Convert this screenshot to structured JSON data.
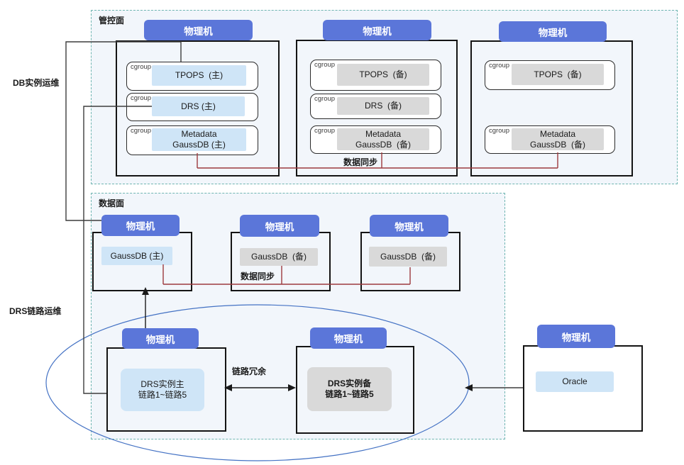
{
  "colors": {
    "accent_blue": "#5b76d9",
    "primary_fill": "#cfe5f7",
    "standby_fill": "#d9d9d9",
    "sync_line_red": "#9d3a3e",
    "zone_fill": "#f2f6fb",
    "zone_border": "#6fb5b1",
    "ellipse_stroke": "#4472c4",
    "connector": "#3d3d3d"
  },
  "labels": {
    "cgroup": "cgroup"
  },
  "side_labels": {
    "db_ops": "DB实例运维",
    "drs_ops": "DRS链路运维"
  },
  "mgmt_plane": {
    "label": "管控面",
    "sync_label": "数据同步",
    "machines": [
      {
        "header": "物理机",
        "items": [
          {
            "label": "TPOPS  (主)",
            "role": "primary"
          },
          {
            "label": "DRS (主)",
            "role": "primary"
          },
          {
            "label": "Metadata\nGaussDB (主)",
            "role": "primary"
          }
        ]
      },
      {
        "header": "物理机",
        "items": [
          {
            "label": "TPOPS  (备)",
            "role": "standby"
          },
          {
            "label": "DRS  (备)",
            "role": "standby"
          },
          {
            "label": "Metadata\nGaussDB  (备)",
            "role": "standby"
          }
        ]
      },
      {
        "header": "物理机",
        "items": [
          {
            "label": "TPOPS  (备)",
            "role": "standby"
          },
          {
            "label": "Metadata\nGaussDB  (备)",
            "role": "standby"
          }
        ]
      }
    ]
  },
  "data_plane": {
    "label": "数据面",
    "sync_label": "数据同步",
    "machines": [
      {
        "header": "物理机",
        "db": "GaussDB (主)",
        "role": "primary"
      },
      {
        "header": "物理机",
        "db": "GaussDB  (备)",
        "role": "standby"
      },
      {
        "header": "物理机",
        "db": "GaussDB  (备)",
        "role": "standby"
      }
    ]
  },
  "drs_link": {
    "redundancy_label": "链路冗余",
    "machines": [
      {
        "header": "物理机",
        "label": "DRS实例主\n链路1~链路5",
        "role": "primary"
      },
      {
        "header": "物理机",
        "label": "DRS实例备\n链路1~链路5",
        "role": "standby"
      }
    ]
  },
  "oracle_host": {
    "header": "物理机",
    "label": "Oracle"
  }
}
